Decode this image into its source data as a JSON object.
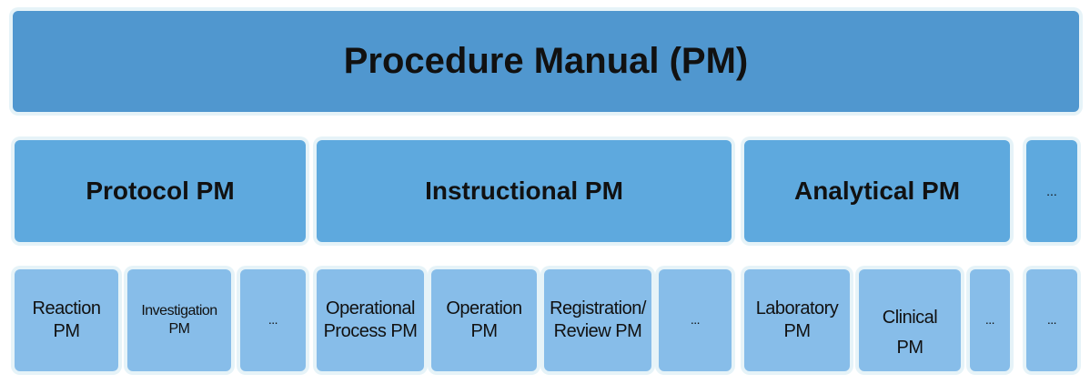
{
  "root": {
    "label": "Procedure Manual (PM)"
  },
  "categories": [
    {
      "label": "Protocol PM"
    },
    {
      "label": "Instructional PM"
    },
    {
      "label": "Analytical PM"
    },
    {
      "label": "..."
    }
  ],
  "leaves": [
    {
      "line1": "Reaction",
      "line2": "PM"
    },
    {
      "line1": "Investigation",
      "line2": "PM"
    },
    {
      "line1": "...",
      "line2": ""
    },
    {
      "line1": "Operational",
      "line2": "Process PM"
    },
    {
      "line1": "Operation",
      "line2": "PM"
    },
    {
      "line1": "Registration/",
      "line2": "Review PM"
    },
    {
      "line1": "...",
      "line2": ""
    },
    {
      "line1": "Laboratory",
      "line2": "PM"
    },
    {
      "line1": "Clinical",
      "line2": "PM"
    },
    {
      "line1": "...",
      "line2": ""
    },
    {
      "line1": "...",
      "line2": ""
    }
  ],
  "colors": {
    "root_fill": "#5097cf",
    "category_fill": "#5ea9de",
    "leaf_fill": "#87bde9",
    "glow": "#e6f3f8"
  }
}
